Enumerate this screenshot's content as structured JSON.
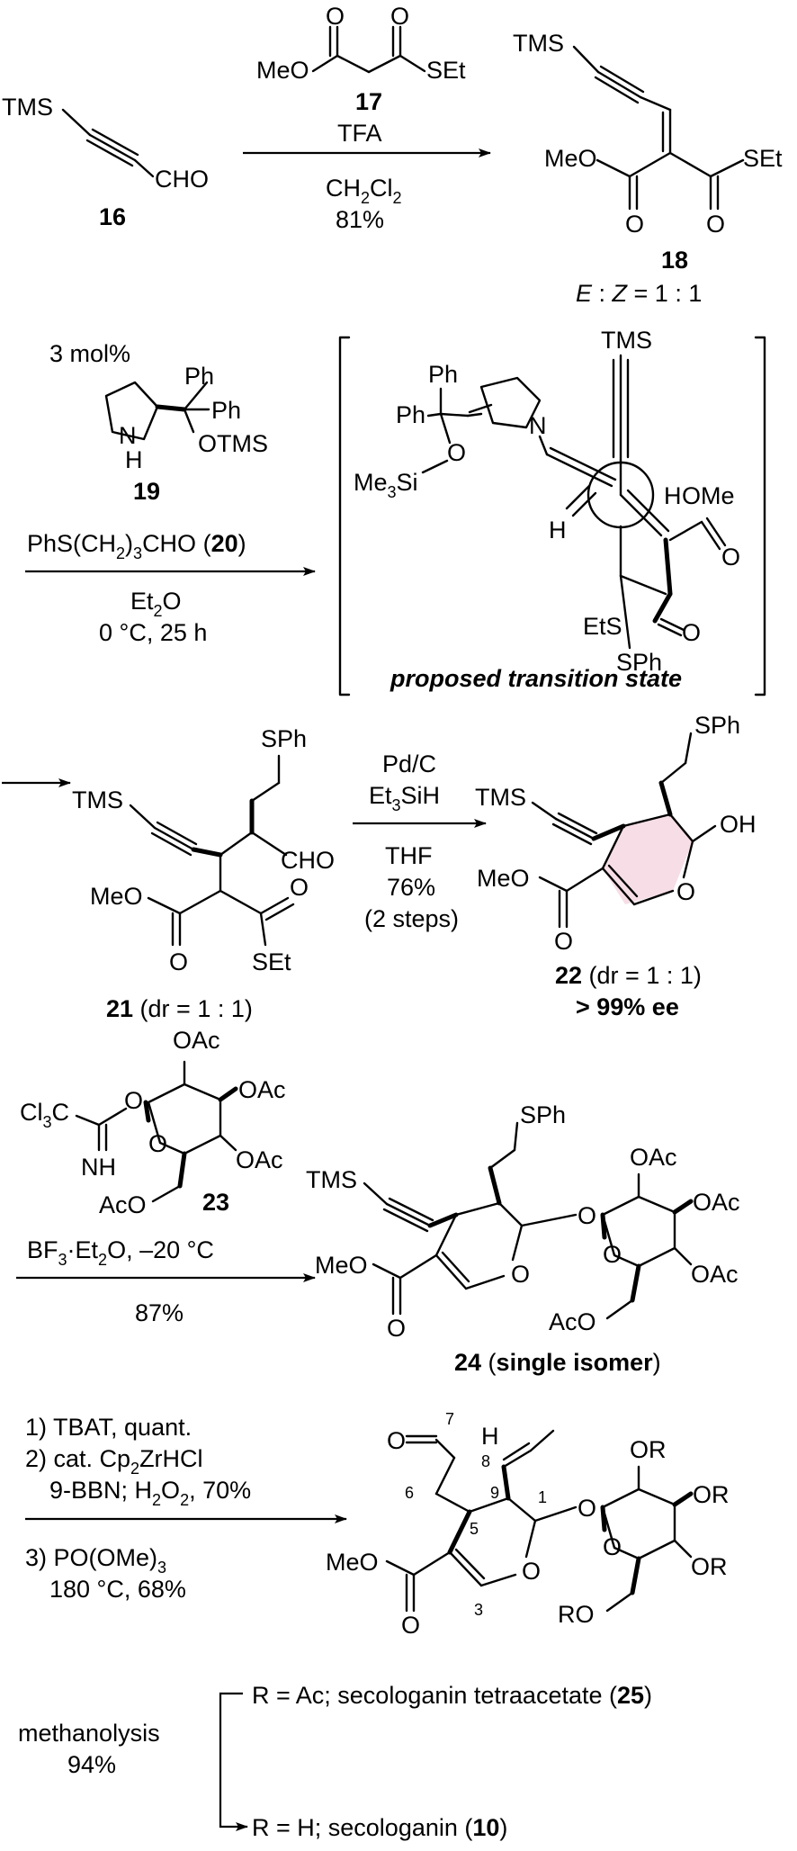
{
  "step1": {
    "sm_label": "TMS",
    "sm_cho": "CHO",
    "sm_num": "16",
    "reagent_meo": "MeO",
    "reagent_set": "SEt",
    "reagent_num": "17",
    "reagent_cond1": "TFA",
    "cond2": "CH2Cl2",
    "yield": "81%",
    "product_tms": "TMS",
    "product_meo": "MeO",
    "product_set": "SEt",
    "product_o1": "O",
    "product_o2": "O",
    "product_num": "18",
    "ez_ratio": "E : Z = 1 : 1"
  },
  "step2": {
    "cat_loading": "3 mol%",
    "cat_ph1": "Ph",
    "cat_ph2": "Ph",
    "cat_nh": "N",
    "cat_h": "H",
    "cat_otms": "OTMS",
    "cat_num": "19",
    "aldehyde": "PhS(CH2)3CHO (20)",
    "solvent": "Et2O",
    "conditions": "0 °C, 25 h",
    "ts_caption": "proposed transition state",
    "ts_tms": "TMS",
    "ts_ph1": "Ph",
    "ts_ph2": "Ph",
    "ts_n": "N",
    "ts_me3si": "Me3Si",
    "ts_o": "O",
    "ts_h1": "H",
    "ts_ome": "OMe",
    "ts_o2": "O",
    "ts_h2": "H",
    "ts_ets": "EtS",
    "ts_o3": "O",
    "ts_sph": "SPh"
  },
  "step3": {
    "int_tms": "TMS",
    "int_sph": "SPh",
    "int_cho": "CHO",
    "int_meo": "MeO",
    "int_o1": "O",
    "int_o2": "O",
    "int_set": "SEt",
    "int_label": "21 (dr = 1 : 1)",
    "reagent1": "Pd/C",
    "reagent2": "Et3SiH",
    "solvent": "THF",
    "yield": "76%",
    "steps": "(2 steps)",
    "prod_tms": "TMS",
    "prod_sph": "SPh",
    "prod_oh": "OH",
    "prod_meo": "MeO",
    "prod_o_ring": "O",
    "prod_o_carbonyl": "O",
    "prod_label": "22 (dr = 1 : 1)",
    "prod_ee": "> 99% ee"
  },
  "step4": {
    "donor_cl3c": "Cl3C",
    "donor_o1": "O",
    "donor_nh": "NH",
    "donor_oac1": "OAc",
    "donor_oac2": "OAc",
    "donor_oac3": "OAc",
    "donor_oac4": "AcO",
    "donor_o_ring": "O",
    "donor_num": "23",
    "conditions": "BF3·Et2O, –20 °C",
    "yield": "87%",
    "prod_tms": "TMS",
    "prod_sph": "SPh",
    "prod_meo": "MeO",
    "prod_o_ring": "O",
    "prod_o_link": "O",
    "prod_o_carbonyl": "O",
    "prod_oac1": "OAc",
    "prod_oac2": "OAc",
    "prod_oac3": "OAc",
    "prod_aco": "AcO",
    "prod_o_sugar": "O",
    "prod_label_num": "24",
    "prod_label_txt": "single isomer"
  },
  "step5": {
    "cond1": "1) TBAT, quant.",
    "cond2": "2) cat. Cp2ZrHCl",
    "cond3": "9-BBN; H2O2, 70%",
    "cond4": "3) PO(OMe)3",
    "cond5": "180 °C, 68%",
    "prod_o_ald": "O",
    "prod_h": "H",
    "num7": "7",
    "num8": "8",
    "num6": "6",
    "num9": "9",
    "num1": "1",
    "num5": "5",
    "num3": "3",
    "prod_meo": "MeO",
    "prod_o_ring": "O",
    "prod_o_link": "O",
    "prod_o_carbonyl": "O",
    "prod_or1": "OR",
    "prod_or2": "OR",
    "prod_or3": "OR",
    "prod_ro": "RO",
    "prod_o_sugar": "O"
  },
  "step6": {
    "reagent": "methanolysis",
    "yield": "94%",
    "line1_pre": "R = Ac; secologanin tetraacetate (",
    "line1_num": "25",
    "line2_pre": "R = H; secologanin (",
    "line2_num": "10",
    "close": ")"
  }
}
